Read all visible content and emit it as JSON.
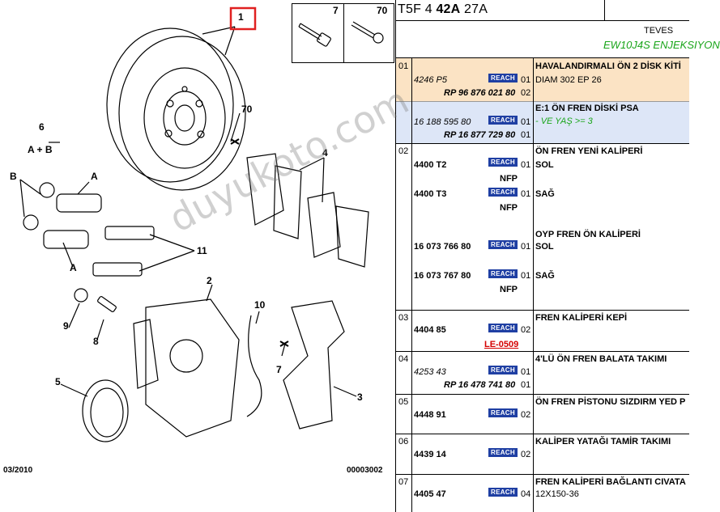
{
  "diagram": {
    "callouts": {
      "c1": "1",
      "c2": "2",
      "c3": "3",
      "c4": "4",
      "c5": "5",
      "c6": "6",
      "c6b": "A + B",
      "c7": "7",
      "c8": "8",
      "c9": "9",
      "c10": "10",
      "c11": "11",
      "c70": "70",
      "cA1": "A",
      "cA2": "A",
      "cB": "B"
    },
    "thumbs": {
      "left": "7",
      "right": "70"
    },
    "footer_left": "03/2010",
    "footer_right": "00003002"
  },
  "parts": {
    "title_prefix": "T5F 4 ",
    "title_bold": "42A",
    "title_suffix": " 27A",
    "brand": "TEVES",
    "engine": "EW10J4S ENJEKSIYON",
    "reach_label": "REACH",
    "groups": [
      {
        "num": "01",
        "rows": [
          {
            "code": "4246 P5",
            "rp": "RP 96 876 021 80",
            "qty1": "01",
            "qty2": "02",
            "desc": "HAVALANDIRMALI ÖN 2 DİSK KİTİ",
            "sub": "DIAM 302 EP 26"
          },
          {
            "code": "16 188 595 80",
            "rp": "RP 16 877 729 80",
            "qty1": "01",
            "qty2": "01",
            "desc": "E:1 ÖN FREN DİSKİ PSA",
            "sub": "- VE YAŞ >= 3"
          }
        ]
      },
      {
        "num": "02",
        "rows": [
          {
            "code": "4400 T2",
            "qty": "01",
            "nfp": "NFP",
            "desc": "ÖN FREN YENİ KALİPERİ",
            "sub": "SOL"
          },
          {
            "code": "4400 T3",
            "qty": "01",
            "nfp": "NFP",
            "sub": "SAĞ"
          },
          {
            "code": "16 073 766 80",
            "qty": "01",
            "desc": "OYP FREN ÖN KALİPERİ",
            "sub": "SOL"
          },
          {
            "code": "16 073 767 80",
            "qty": "01",
            "nfp": "NFP",
            "sub": "SAĞ"
          }
        ]
      },
      {
        "num": "03",
        "rows": [
          {
            "code": "4404 85",
            "qty": "02",
            "le": "LE-0509",
            "desc": "FREN KALİPERİ KEPİ"
          }
        ]
      },
      {
        "num": "04",
        "rows": [
          {
            "code": "4253 43",
            "rp": "RP 16 478 741 80",
            "qty1": "01",
            "qty2": "01",
            "desc": "4'LÜ ÖN FREN BALATA TAKIMI"
          }
        ]
      },
      {
        "num": "05",
        "rows": [
          {
            "code": "4448 91",
            "qty": "02",
            "desc": "ÖN FREN PİSTONU SIZDIRM YED P"
          }
        ]
      },
      {
        "num": "06",
        "rows": [
          {
            "code": "4439 14",
            "qty": "02",
            "desc": "KALİPER YATAĞI TAMİR TAKIMI"
          }
        ]
      },
      {
        "num": "07",
        "rows": [
          {
            "code": "4405 47",
            "qty": "04",
            "desc": "FREN KALİPERİ BAĞLANTI CIVATA",
            "sub": "12X150-36"
          }
        ]
      }
    ],
    "watermark": "duyukoto.com"
  },
  "colors": {
    "highlight_orange": "#fbe3c4",
    "highlight_blue": "#dde6f7",
    "reach_blue": "#1f3fa3",
    "engine_green": "#1aa51a",
    "link_red": "#d40000",
    "callout_red": "#e02020"
  }
}
